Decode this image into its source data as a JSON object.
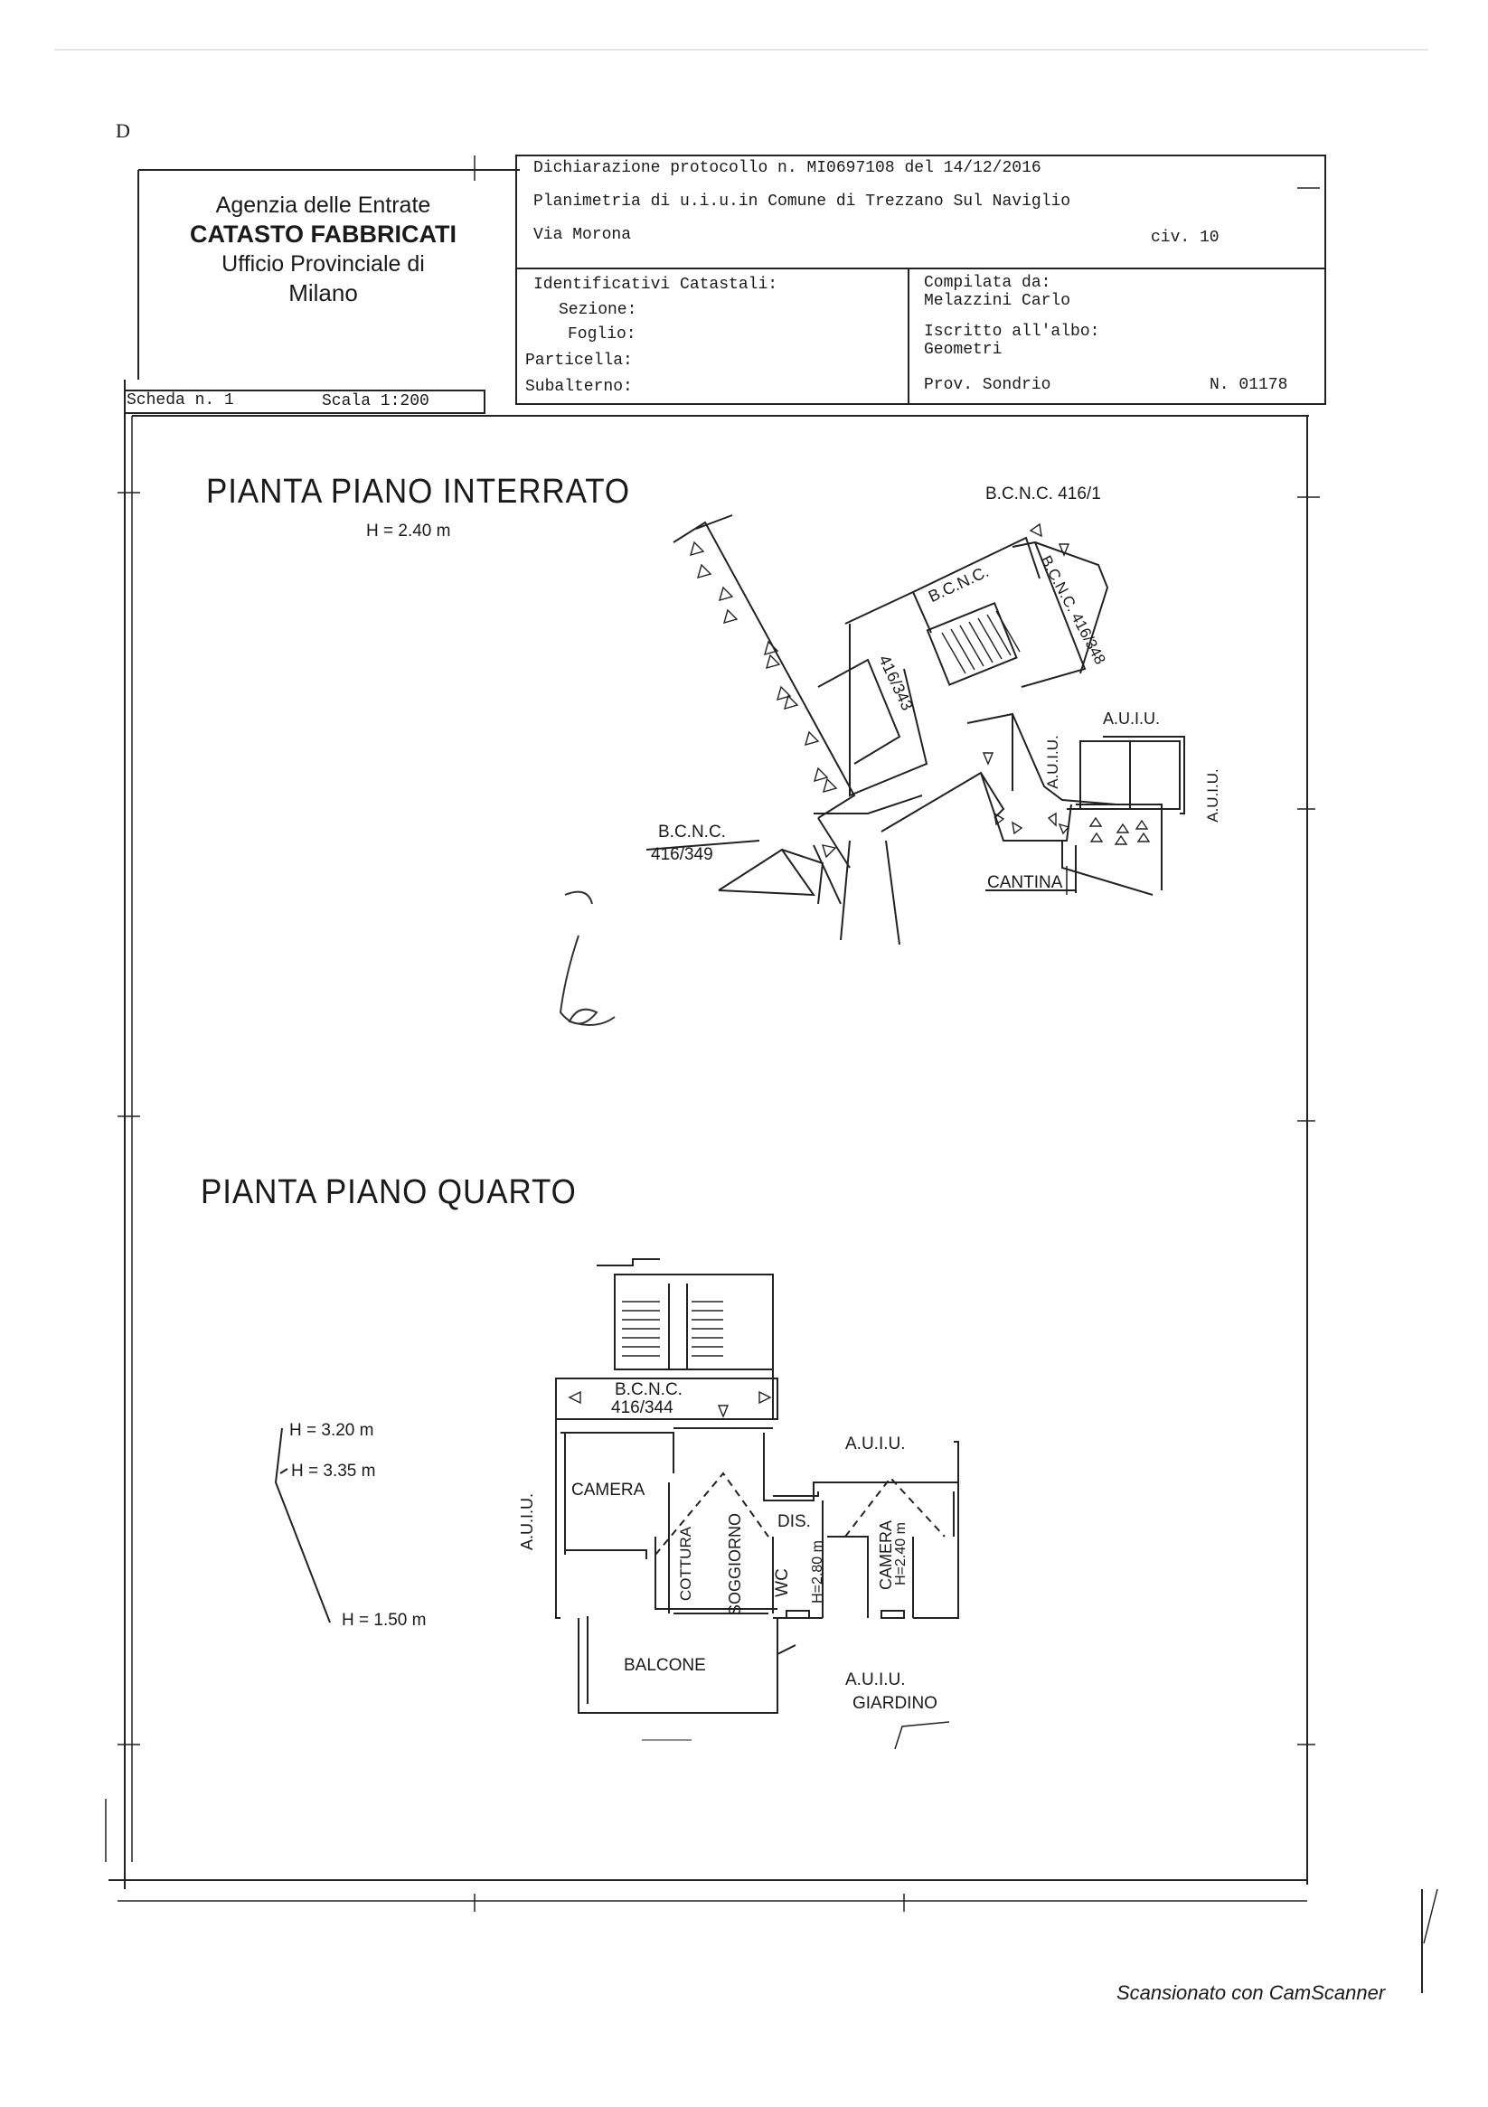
{
  "corner_letter": "D",
  "office": {
    "line1": "Agenzia delle Entrate",
    "line2": "CATASTO FABBRICATI",
    "line3": "Ufficio Provinciale di",
    "line4": "Milano"
  },
  "declaration": {
    "protocol": "Dichiarazione protocollo n. MI0697108 del  14/12/2016",
    "plan": "Planimetria di u.i.u.in Comune di Trezzano Sul Naviglio",
    "street": "Via Morona",
    "civic": "civ. 10"
  },
  "identifiers": {
    "title": "Identificativi Catastali:",
    "sezione": "Sezione:",
    "foglio": "Foglio:",
    "particella": "Particella:",
    "subalterno": "Subalterno:"
  },
  "compiler": {
    "label": "Compilata da:",
    "name": "Melazzini Carlo",
    "albo_label": "Iscritto all'albo:",
    "albo": "Geometri",
    "province": "Prov. Sondrio",
    "number": "N. 01178"
  },
  "scheda": {
    "label": "Scheda n. 1",
    "scale": "Scala 1:200"
  },
  "plan1": {
    "title": "PIANTA PIANO INTERRATO",
    "height": "H = 2.40 m",
    "labels": {
      "bcnc_top": "B.C.N.C. 416/1",
      "bcnc_mid": "B.C.N.C.",
      "bcnc_348": "B.C.N.C. 416/348",
      "n343": "416/343",
      "auiu_top": "A.U.I.U.",
      "auiu_left": "A.U.I.U.",
      "auiu_right": "A.U.I.U.",
      "bcnc_349_a": "B.C.N.C.",
      "bcnc_349_b": "416/349",
      "cantina": "CANTINA"
    }
  },
  "plan2": {
    "title": "PIANTA PIANO QUARTO",
    "h1": "H = 3.20 m",
    "h2": "H = 3.35 m",
    "h3": "H = 1.50 m",
    "labels": {
      "bcnc_a": "B.C.N.C.",
      "bcnc_b": "416/344",
      "auiu_top": "A.U.I.U.",
      "auiu_left": "A.U.I.U.",
      "camera": "CAMERA",
      "cottura": "COTTURA",
      "soggiorno": "SOGGIORNO",
      "dis": "DIS.",
      "wc": "WC",
      "wc_h": "H=2.80 m",
      "camera2": "CAMERA",
      "camera2_h": "H=2.40 m",
      "balcone": "BALCONE",
      "auiu_bottom": "A.U.I.U.",
      "giardino": "GIARDINO"
    }
  },
  "footer": {
    "scanned": "Scansionato con CamScanner"
  }
}
